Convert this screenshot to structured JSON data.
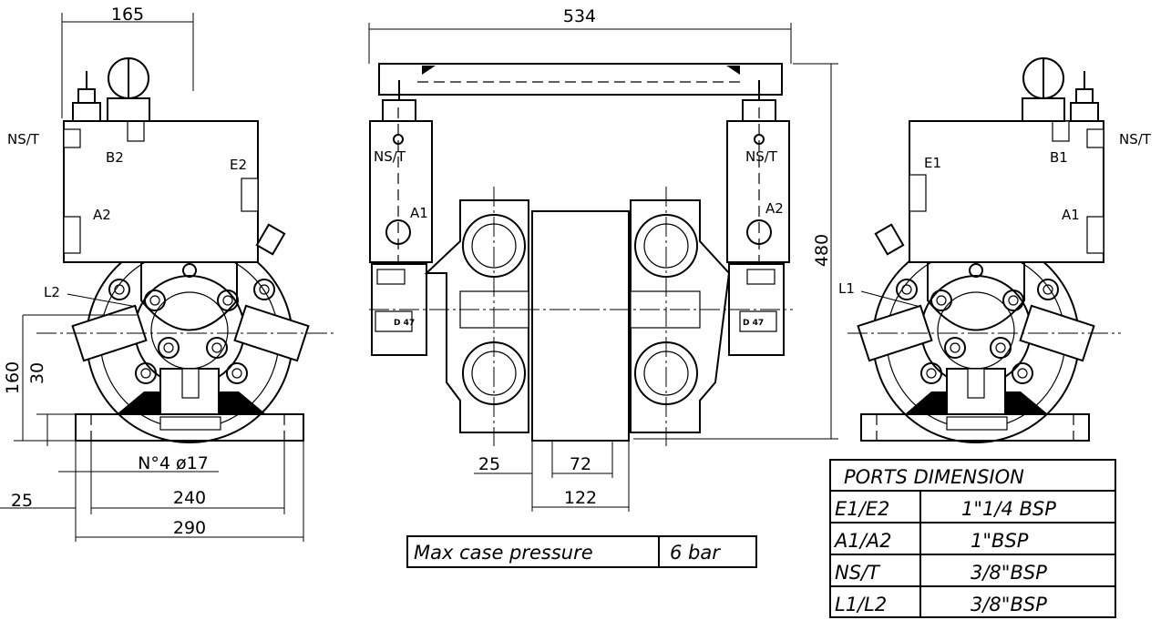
{
  "dimensions": {
    "d165": "165",
    "d534": "534",
    "d480": "480",
    "d160": "160",
    "d30": "30",
    "d25_left": "25",
    "d240": "240",
    "d290": "290",
    "holes": "N°4  ø17",
    "d25_mid": "25",
    "d72": "72",
    "d122": "122"
  },
  "port_labels": {
    "left_ns_t": "NS/T",
    "left_b2": "B2",
    "left_e2": "E2",
    "left_a2": "A2",
    "left_l2": "L2",
    "mid_ns_t_1": "NS/T",
    "mid_a1": "A1",
    "mid_ns_t_2": "NS/T",
    "mid_a2": "A2",
    "right_ns_t": "NS/T",
    "right_e1": "E1",
    "right_b1": "B1",
    "right_a1": "A1",
    "right_l1": "L1",
    "plate_1": "D 47",
    "plate_2": "D 47"
  },
  "pressure_note": {
    "label": "Max case pressure",
    "value": "6 bar"
  },
  "ports_table": {
    "title": "PORTS DIMENSION",
    "rows": [
      {
        "port": "E1/E2",
        "size": "1\"1/4 BSP"
      },
      {
        "port": "A1/A2",
        "size": "1\"BSP"
      },
      {
        "port": "NS/T",
        "size": "3/8\"BSP"
      },
      {
        "port": "L1/L2",
        "size": "3/8\"BSP"
      }
    ]
  }
}
